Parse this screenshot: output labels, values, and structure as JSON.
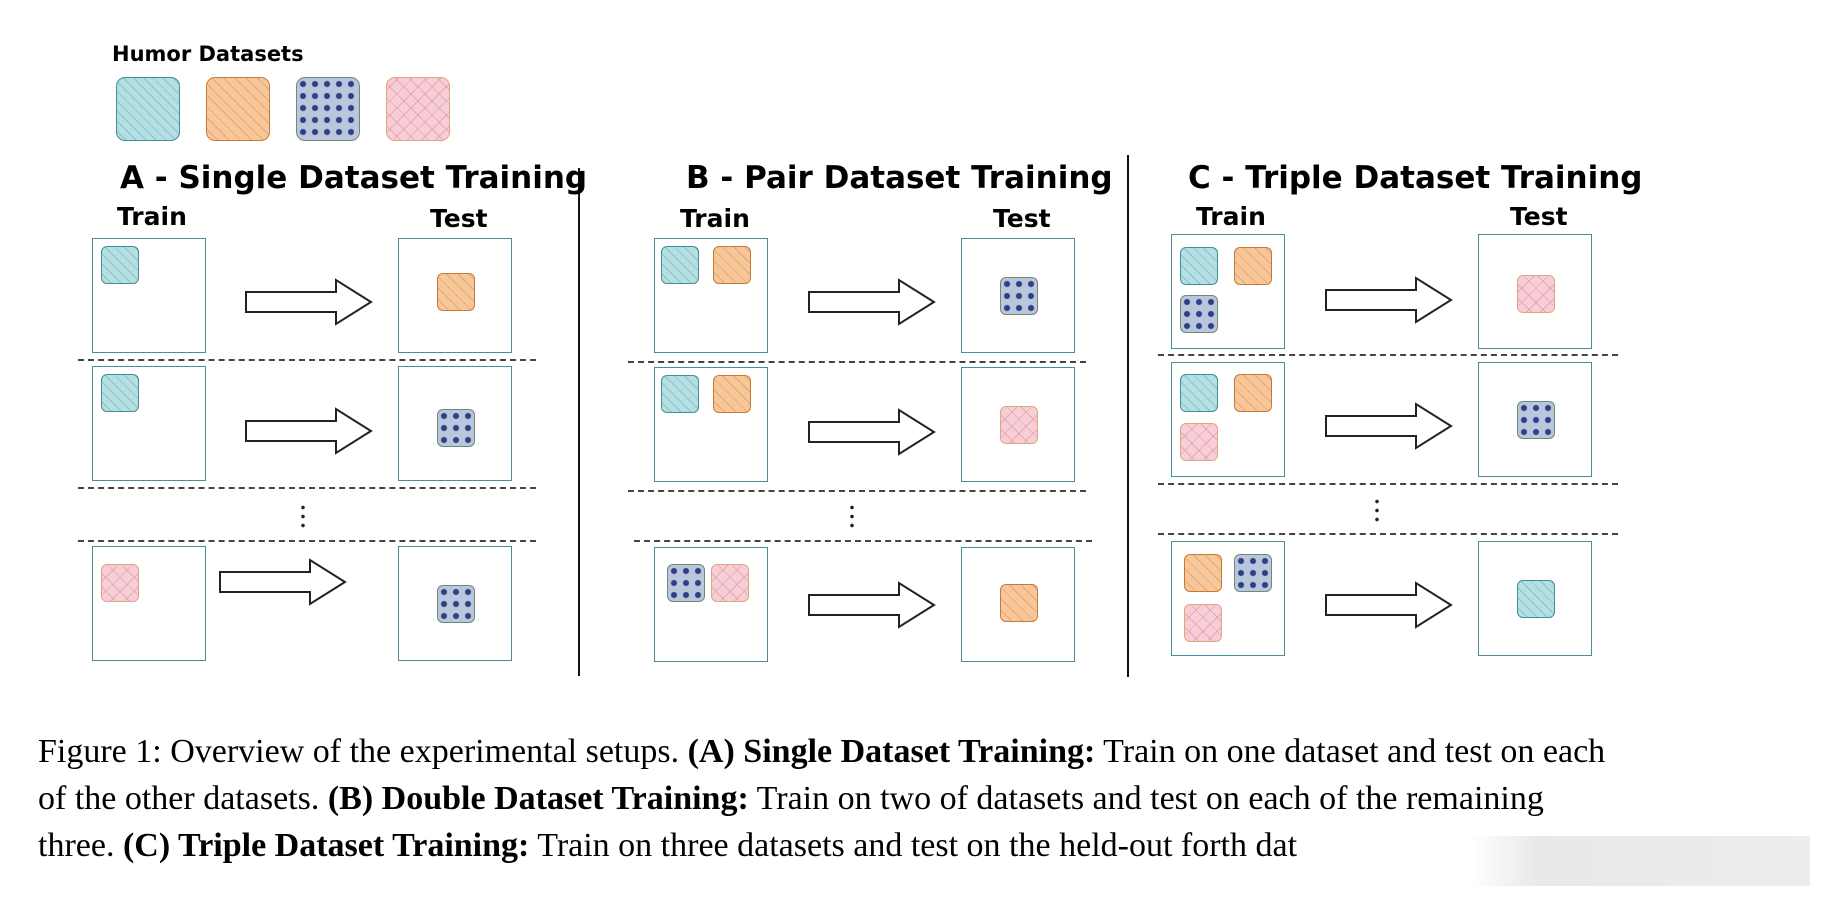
{
  "legend": {
    "title": "Humor Datasets",
    "datasets": [
      "teal-hatched",
      "orange-hatched",
      "blue-dotted",
      "pink-crosshatched"
    ]
  },
  "colors": {
    "teal": "#b5dfe3",
    "orange": "#f7c79a",
    "blue_dots": "#2e3f86",
    "pink": "#f6cfd6",
    "box_border": "#4a8f95"
  },
  "panels": [
    {
      "title": "A -  Single Dataset Training",
      "train_label": "Train",
      "test_label": "Test"
    },
    {
      "title": "B - Pair Dataset Training",
      "train_label": "Train",
      "test_label": "Test"
    },
    {
      "title": "C - Triple Dataset Training",
      "train_label": "Train",
      "test_label": "Test"
    }
  ],
  "caption": {
    "line1_prefix": "Figure 1: Overview of the experimental setups. ",
    "line1_bold_a": "(A) Single Dataset Training:",
    "line1_suffix": " Train on one dataset and test on each",
    "line2_prefix": "of the other datasets. ",
    "line2_bold_b": "(B) Double Dataset Training:",
    "line2_suffix": " Train on two of datasets and test on each of the remaining",
    "line3_prefix": "three. ",
    "line3_bold_c": "(C) Triple Dataset Training:",
    "line3_suffix": " Train on three datasets and test on the held-out forth dat"
  }
}
